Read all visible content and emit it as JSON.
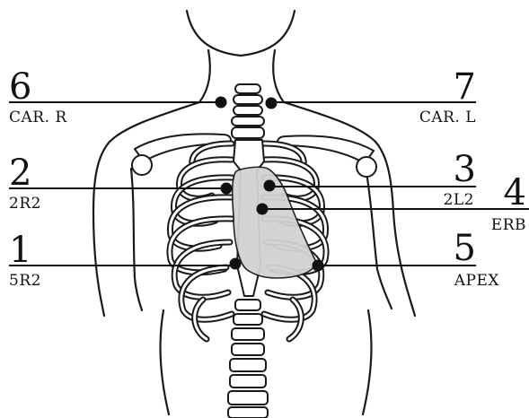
{
  "points": [
    {
      "number": "6",
      "label": "CAR. R"
    },
    {
      "number": "7",
      "label": "CAR. L"
    },
    {
      "number": "2",
      "label": "2R2"
    },
    {
      "number": "3",
      "label": "2L2"
    },
    {
      "number": "4",
      "label": "ERB"
    },
    {
      "number": "1",
      "label": "5R2"
    },
    {
      "number": "5",
      "label": "APEX"
    }
  ],
  "colors": {
    "heart_fill": "#d2d2d2",
    "line": "#111111",
    "background": "#ffffff"
  }
}
